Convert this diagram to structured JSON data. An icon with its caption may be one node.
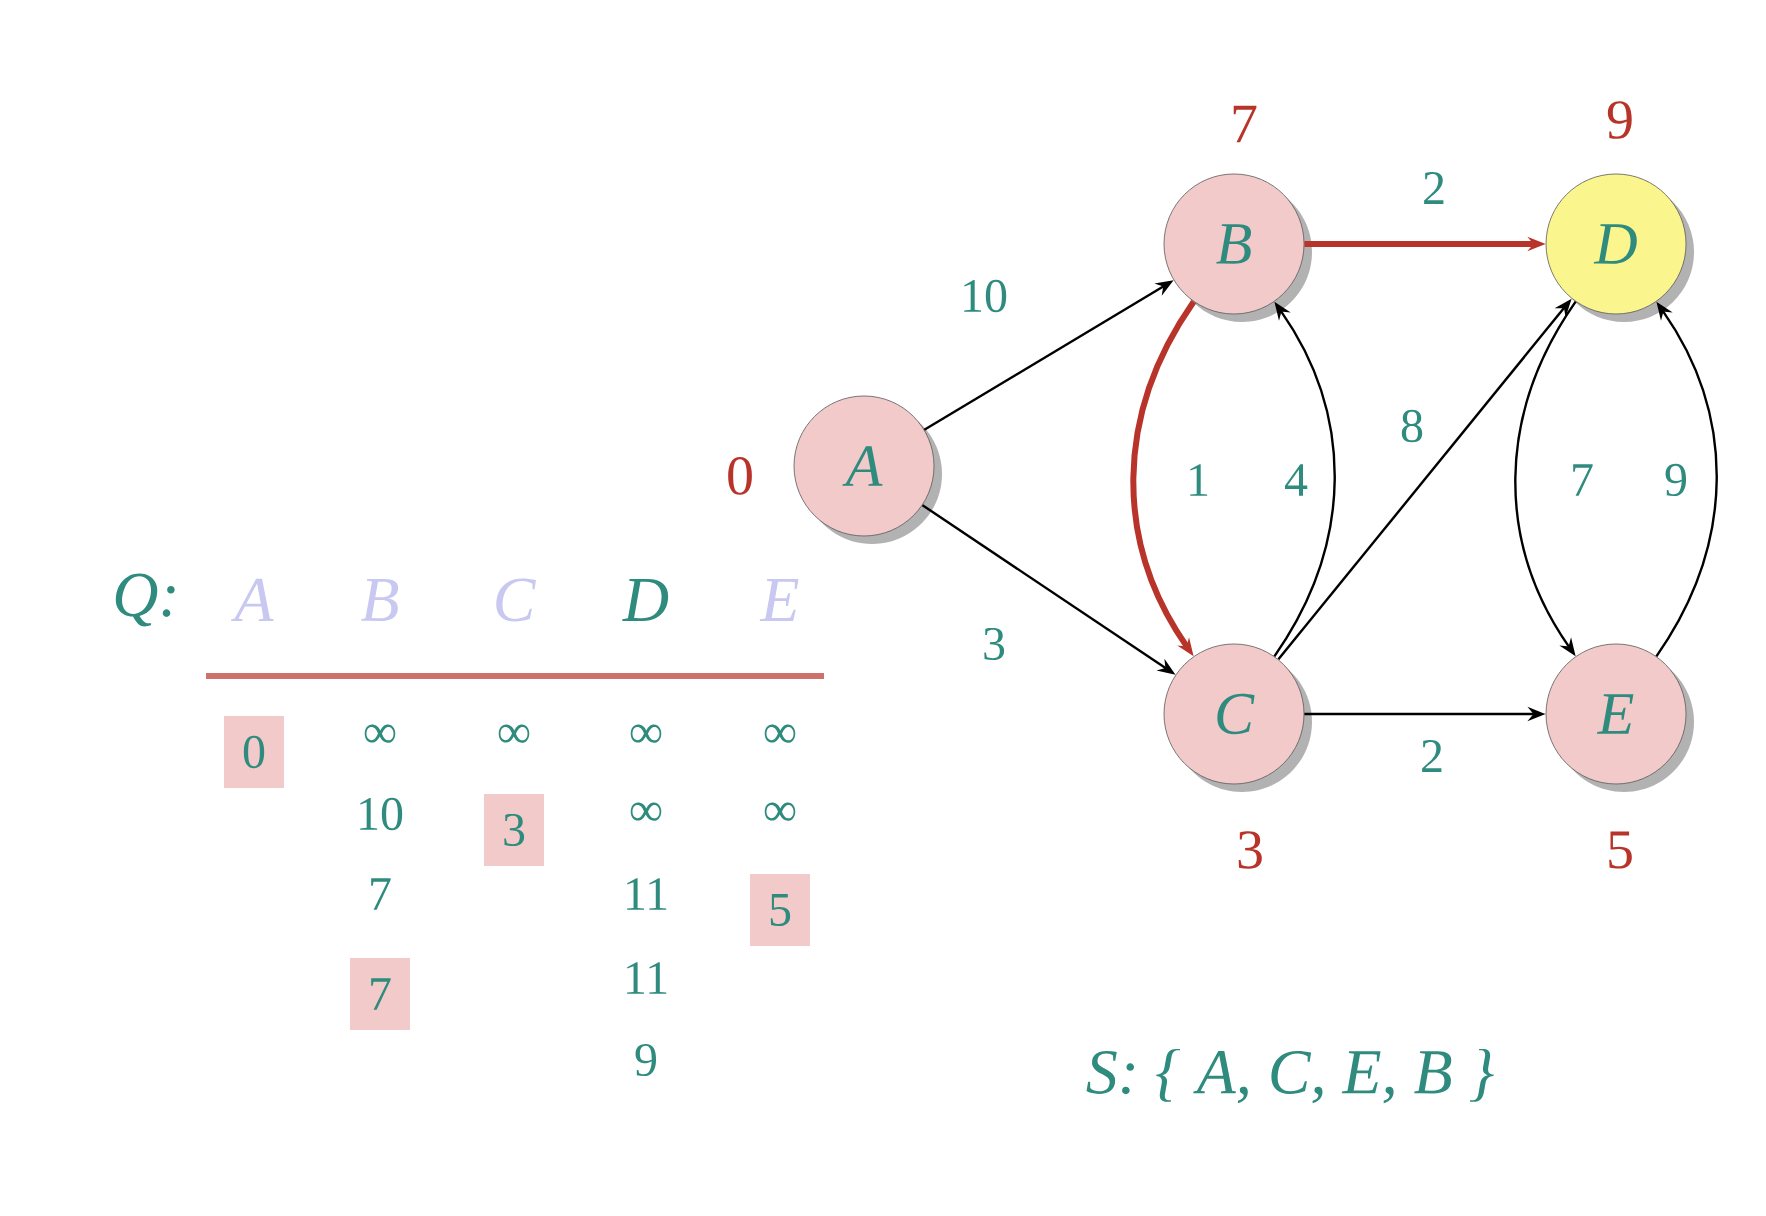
{
  "diagram": {
    "nodes": [
      {
        "text": [
          "A"
        ],
        "beside": [
          "0"
        ]
      },
      {
        "text": [
          "B"
        ],
        "beside": [
          "7"
        ]
      },
      {
        "text": [
          "C"
        ],
        "beside": [
          "3"
        ]
      },
      {
        "text": [
          "D"
        ],
        "beside": [
          "9"
        ]
      },
      {
        "text": [
          "E"
        ],
        "beside": [
          "5"
        ]
      }
    ],
    "edges": [
      {
        "from": 0,
        "to": 1,
        "arrow": "to",
        "label": "10"
      },
      {
        "from": 0,
        "to": 2,
        "arrow": "to",
        "label": "3"
      },
      {
        "from": 1,
        "to": 2,
        "arrow": "to",
        "label": "1",
        "style": "thick",
        "color": "#b8342a"
      },
      {
        "from": 2,
        "to": 1,
        "arrow": "to",
        "label": "4"
      },
      {
        "from": 1,
        "to": 3,
        "arrow": "to",
        "label": "2",
        "style": "thick",
        "color": "#b8342a"
      },
      {
        "from": 2,
        "to": 3,
        "arrow": "to",
        "label": "8"
      },
      {
        "from": 2,
        "to": 4,
        "arrow": "to",
        "label": "2"
      },
      {
        "from": 3,
        "to": 4,
        "arrow": "to",
        "label": "7"
      },
      {
        "from": 4,
        "to": 3,
        "arrow": "to",
        "label": "9"
      }
    ],
    "labels": [
      "Q:",
      "A",
      "B",
      "C",
      "D",
      "E",
      "0",
      "∞",
      "∞",
      "∞",
      "∞",
      "10",
      "3",
      "∞",
      "∞",
      "7",
      "11",
      "5",
      "7",
      "11",
      "9",
      "S: { A, C, E, B }"
    ]
  }
}
